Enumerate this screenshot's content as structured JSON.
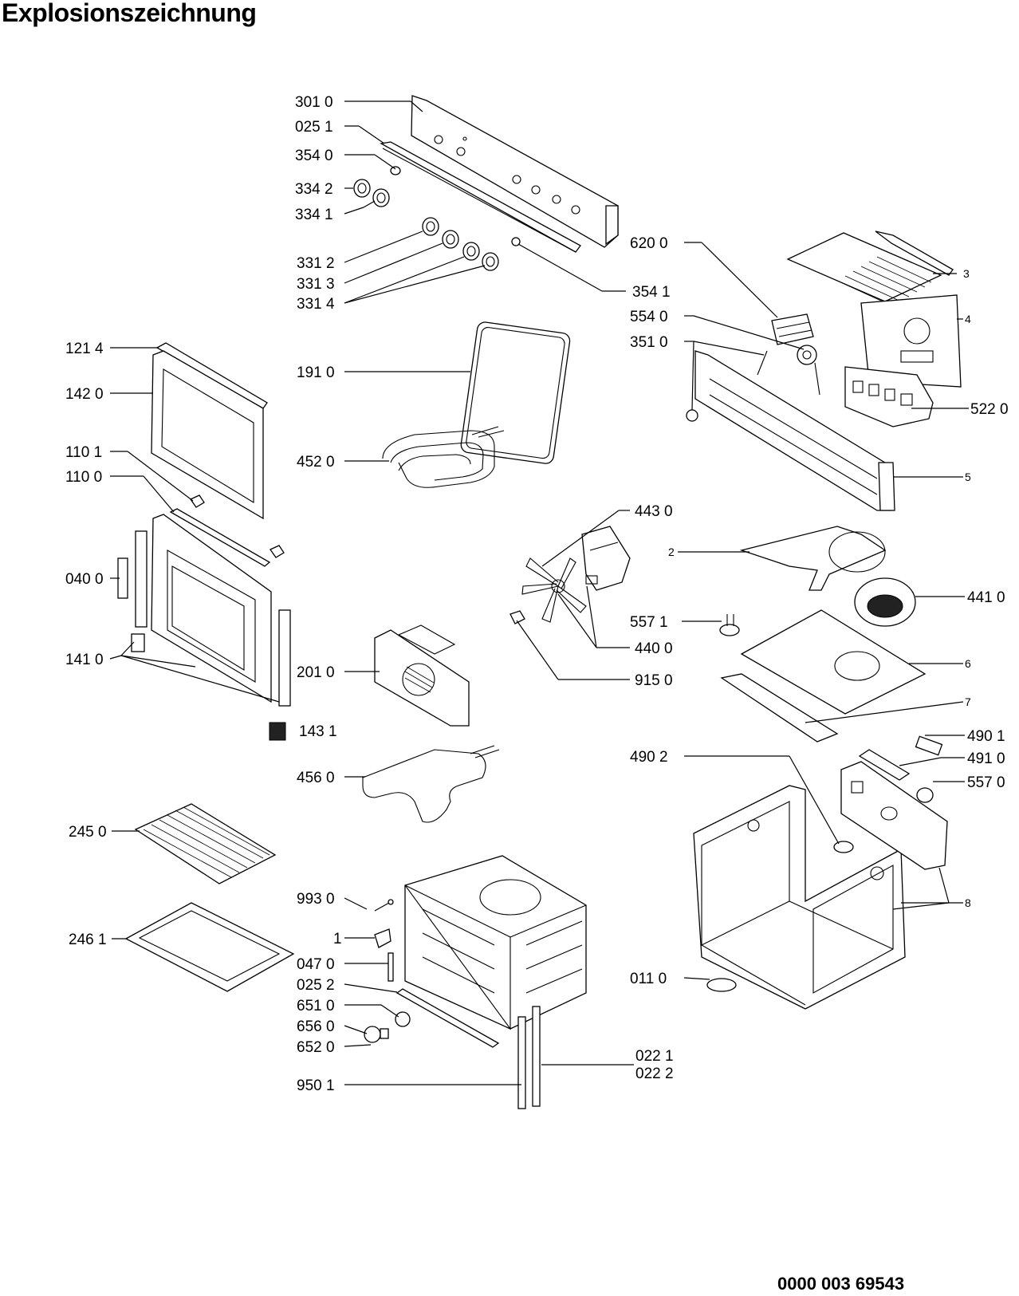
{
  "title": "Explosionszeichnung",
  "document_number": "0000 003 69543",
  "labels": {
    "l3010": "301 0",
    "l0251": "025 1",
    "l3540": "354 0",
    "l3342": "334 2",
    "l3341": "334 1",
    "l3312": "331 2",
    "l3313": "331 3",
    "l3314": "331 4",
    "l3541": "354 1",
    "l6200": "620 0",
    "l5540": "554 0",
    "l3510": "351 0",
    "l5220": "522 0",
    "l1214": "121 4",
    "l1420": "142 0",
    "l1101": "110 1",
    "l1100": "110 0",
    "l0400": "040 0",
    "l1410": "141 0",
    "l1431": "143 1",
    "l1910": "191 0",
    "l4520": "452 0",
    "l2010": "201 0",
    "l4560": "456 0",
    "l4430": "443 0",
    "l4400": "440 0",
    "l9150": "915 0",
    "l5571": "557 1",
    "l4410": "441 0",
    "l4901": "490 1",
    "l4910": "491 0",
    "l5570": "557 0",
    "l4902": "490 2",
    "l2450": "245 0",
    "l2461": "246 1",
    "l9930": "993 0",
    "l1": "1",
    "l0470": "047 0",
    "l0252": "025 2",
    "l6510": "651 0",
    "l6560": "656 0",
    "l6520": "652 0",
    "l9501": "950 1",
    "l0221": "022 1",
    "l0222": "022 2",
    "l0110": "011 0",
    "n2": "2",
    "n3": "3",
    "n4": "4",
    "n5": "5",
    "n6": "6",
    "n7": "7",
    "n8": "8"
  },
  "icons": [
    "control-panel",
    "knob",
    "oven-door",
    "gasket",
    "grill-heater",
    "fan-cover",
    "ring-heater",
    "wire-rack",
    "baking-tray",
    "oven-cavity",
    "outer-casing",
    "fan",
    "fan-motor",
    "thermostat",
    "electronics-module"
  ]
}
